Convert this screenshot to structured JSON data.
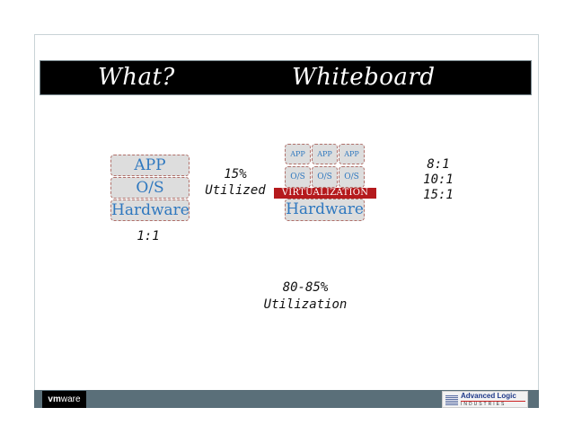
{
  "slide": {
    "title_left": "What?",
    "title_right": "Whiteboard"
  },
  "traditional": {
    "layers": [
      "APP",
      "O/S",
      "Hardware"
    ],
    "ratio": "1:1",
    "utilization_value": "15%",
    "utilization_label": "Utilized"
  },
  "virtualized": {
    "apps": [
      "APP",
      "APP",
      "APP"
    ],
    "os": [
      "O/S",
      "O/S",
      "O/S"
    ],
    "virtualization_label": "VIRTUALIZATION",
    "hardware_label": "Hardware",
    "ratios": [
      "8:1",
      "10:1",
      "15:1"
    ],
    "utilization_value": "80-85%",
    "utilization_label": "Utilization"
  },
  "footer": {
    "left_logo_bold": "vm",
    "left_logo_rest": "ware",
    "right_logo_name": "Advanced Logic",
    "right_logo_sub": "INDUSTRIES"
  },
  "colors": {
    "banner": "#000000",
    "layer_text": "#2f78bf",
    "virtualization_bar": "#b51a1d",
    "footer_bar": "#5a6f79"
  }
}
